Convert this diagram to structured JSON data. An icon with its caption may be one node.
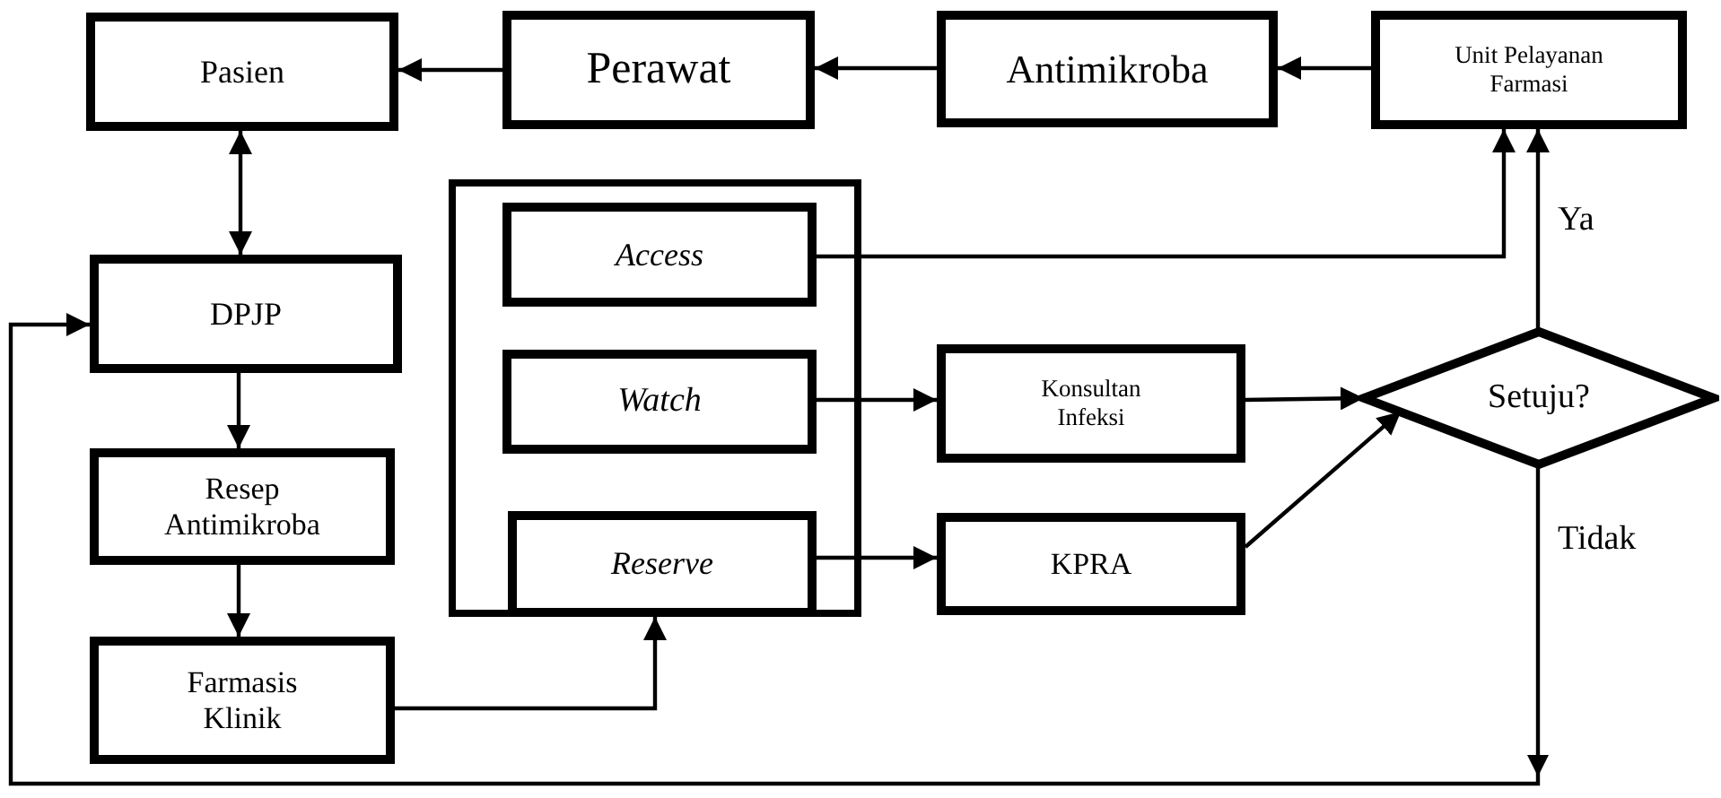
{
  "diagram": {
    "nodes": [
      {
        "text": [
          "Pasien"
        ]
      },
      {
        "text": [
          "Perawat"
        ]
      },
      {
        "text": [
          "Antimikroba"
        ]
      },
      {
        "text": [
          "Unit Pelayanan Farmasi"
        ]
      },
      {
        "text": [],
        "shape": "box"
      },
      {
        "text": [
          "Access"
        ],
        "in": 4
      },
      {
        "text": [
          "Watch"
        ],
        "in": 4
      },
      {
        "text": [
          "Reserve"
        ],
        "in": 4
      },
      {
        "text": [
          "DPJP"
        ]
      },
      {
        "text": [
          "Resep Antimikroba"
        ]
      },
      {
        "text": [
          "Farmasis Klinik"
        ]
      },
      {
        "text": [
          "Konsultan Infeksi"
        ]
      },
      {
        "text": [
          "KPRA"
        ]
      },
      {
        "text": [
          "Setuju?"
        ]
      }
    ],
    "edges": [
      {
        "from": 1,
        "to": 0,
        "arrow": "to"
      },
      {
        "from": 2,
        "to": 1,
        "arrow": "to"
      },
      {
        "from": 3,
        "to": 2,
        "arrow": "to"
      },
      {
        "from": 0,
        "to": 8,
        "arrow": "both"
      },
      {
        "from": 8,
        "to": 9,
        "arrow": "to"
      },
      {
        "from": 9,
        "to": 10,
        "arrow": "to"
      },
      {
        "from": 10,
        "to": 4,
        "arrow": "to"
      },
      {
        "from": 5,
        "to": 3,
        "arrow": "to"
      },
      {
        "from": 6,
        "to": 11,
        "arrow": "to"
      },
      {
        "from": 7,
        "to": 12,
        "arrow": "to"
      },
      {
        "from": 11,
        "to": 13,
        "arrow": "to"
      },
      {
        "from": 12,
        "to": 13,
        "arrow": "to"
      },
      {
        "from": 13,
        "to": 3,
        "arrow": "to",
        "label": "Ya"
      },
      {
        "from": 13,
        "to": 8,
        "arrow": "to",
        "label": "Tidak"
      }
    ]
  }
}
